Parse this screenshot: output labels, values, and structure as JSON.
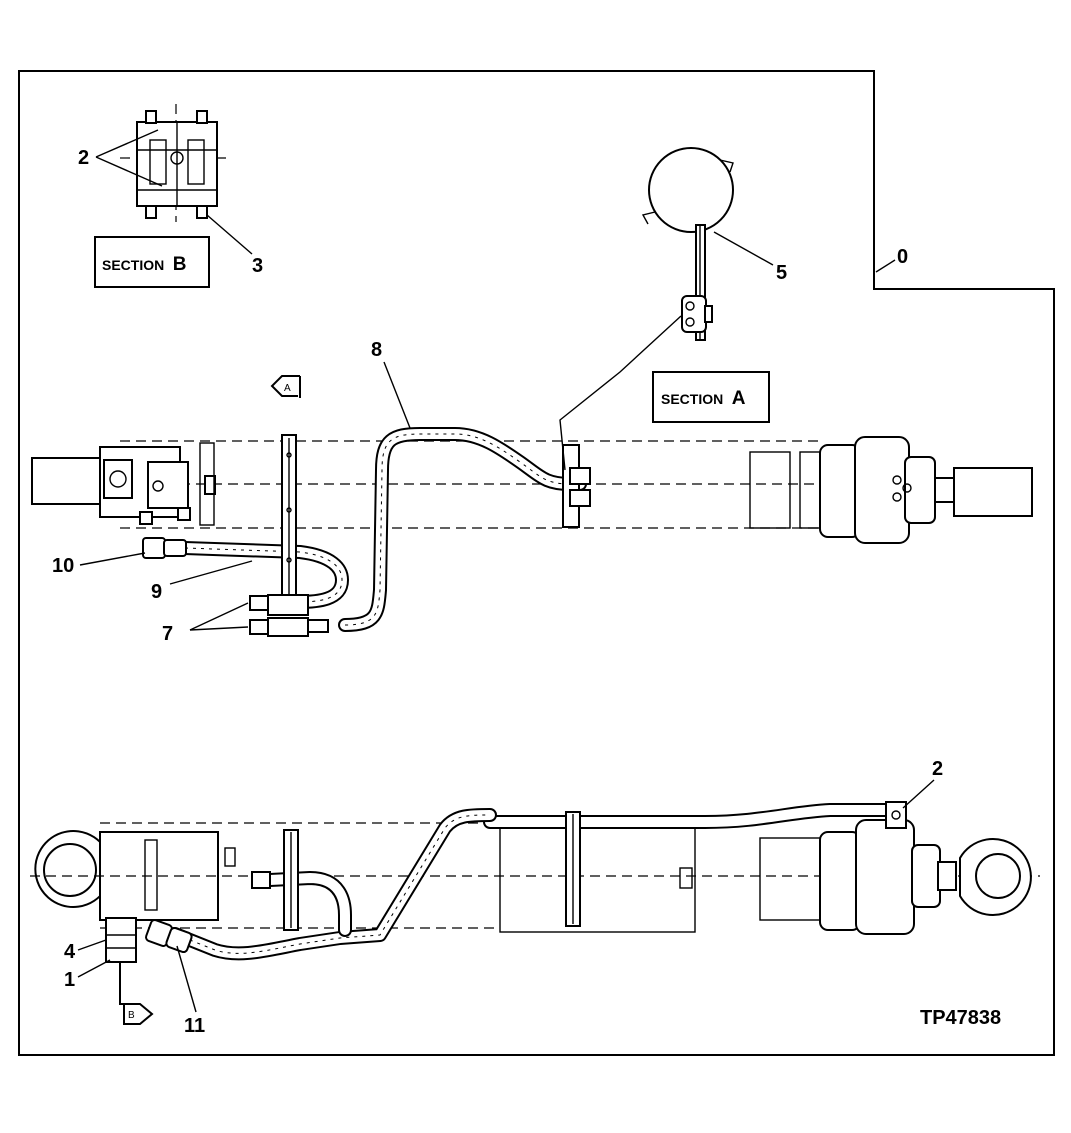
{
  "callouts": {
    "c0": "0",
    "c1": "1",
    "c2_section_b": "2",
    "c2_bottom": "2",
    "c3": "3",
    "c4": "4",
    "c5": "5",
    "c7": "7",
    "c8": "8",
    "c9": "9",
    "c10": "10",
    "c11": "11"
  },
  "section_b_label": {
    "word": "SECTION",
    "letter": "B"
  },
  "section_a_label": {
    "word": "SECTION",
    "letter": "A"
  },
  "view_marker_a": "A",
  "view_marker_b": "B",
  "figure_id": "TP47838"
}
